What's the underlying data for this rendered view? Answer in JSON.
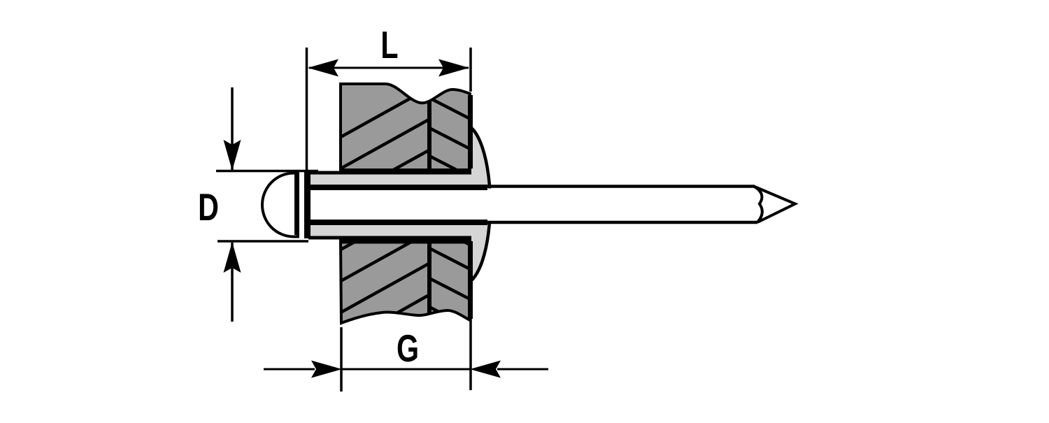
{
  "diagram": {
    "title": "blind rivet cross-section technical drawing",
    "labels": {
      "length": "L",
      "diameter": "D",
      "grip": "G"
    },
    "colors": {
      "plate": "#9a9a9a",
      "rivet_body": "#d5d5d5",
      "line": "#000000",
      "background": "#ffffff"
    }
  }
}
